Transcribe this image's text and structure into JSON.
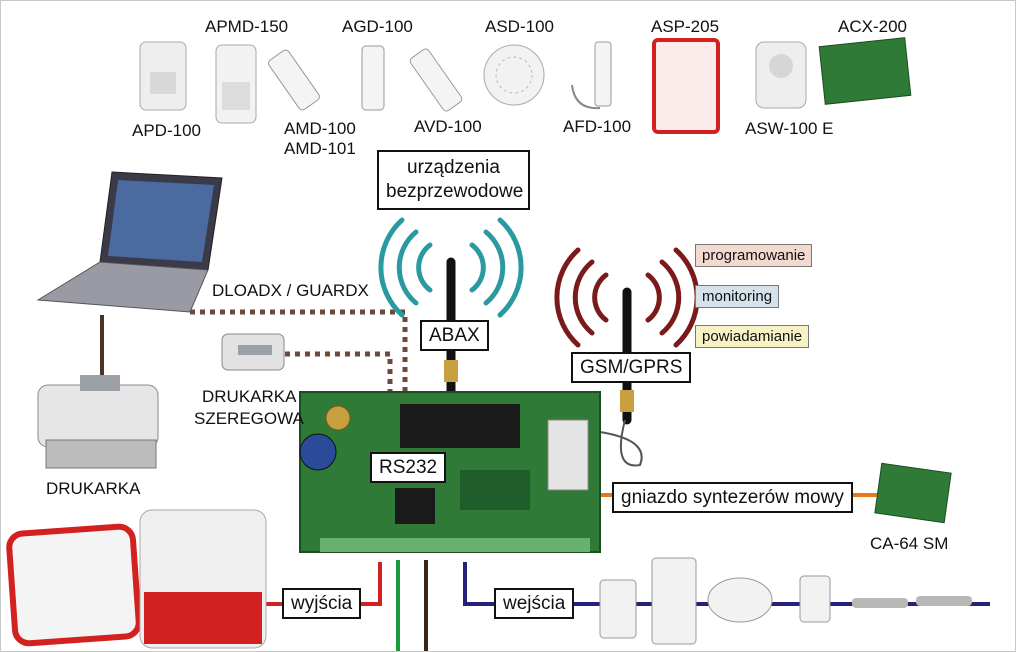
{
  "wireless_devices": [
    {
      "label": "APD-100"
    },
    {
      "label": "APMD-150"
    },
    {
      "label": "AMD-100"
    },
    {
      "label": "AMD-101"
    },
    {
      "label": "AGD-100"
    },
    {
      "label": "AVD-100"
    },
    {
      "label": "ASD-100"
    },
    {
      "label": "AFD-100"
    },
    {
      "label": "ASP-205"
    },
    {
      "label": "ASW-100 E"
    },
    {
      "label": "ACX-200"
    }
  ],
  "wireless_box": {
    "line1": "urządzenia",
    "line2": "bezprzewodowe"
  },
  "abax_label": "ABAX",
  "gsm_label": "GSM/GPRS",
  "gsm_functions": [
    {
      "label": "programowanie",
      "color": "#f3d9cf"
    },
    {
      "label": "monitoring",
      "color": "#d6e2ea"
    },
    {
      "label": "powiadamianie",
      "color": "#f7f2c4"
    }
  ],
  "software_label": "DLOADX / GUARDX",
  "serial_printer_label": {
    "line1": "DRUKARKA",
    "line2": "SZEREGOWA"
  },
  "printer_label": "DRUKARKA",
  "rs232_label": "RS232",
  "voice_box_label": "gniazdo syntezerów mowy",
  "voice_module_label": "CA-64 SM",
  "outputs_label": "wyjścia",
  "inputs_label": "wejścia",
  "colors": {
    "pcb": "#2e7a36",
    "red_line": "#d32020",
    "green_line": "#1a9a3a",
    "brown_line": "#3a2618",
    "blue_line": "#26227a",
    "orange_line": "#e8781e",
    "dotted_line": "#6b4a3a",
    "abax_wave": "#2a9aa0",
    "gsm_wave": "#7a1a1a"
  }
}
